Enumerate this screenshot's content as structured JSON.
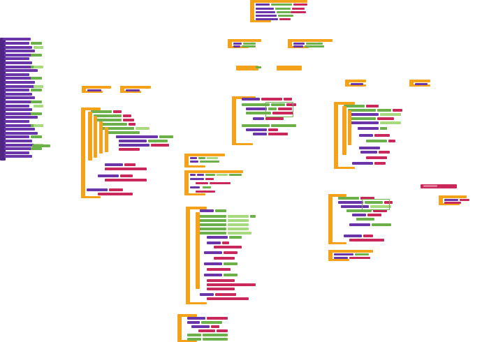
{
  "app": {
    "title": "",
    "view": "blocks-editor-workspace"
  },
  "colors": {
    "event": "#f4a21a",
    "event_dark": "#d88a10",
    "component": "#6a35a8",
    "component_dark": "#4f2585",
    "logic": "#6bb04a",
    "logic_light": "#a7d97e",
    "text": "#c8285a",
    "math": "#2f6fbf",
    "procedure": "#7a48c0"
  },
  "blocks": [
    {
      "id": "top-center-event",
      "kind": "event"
    },
    {
      "id": "left-component-list",
      "kind": "component"
    },
    {
      "id": "proc-a",
      "kind": "event"
    },
    {
      "id": "proc-b",
      "kind": "event"
    },
    {
      "id": "left-center-event-large",
      "kind": "event"
    },
    {
      "id": "small-pair-left-1",
      "kind": "event"
    },
    {
      "id": "small-pair-left-2",
      "kind": "event"
    },
    {
      "id": "mid-event-1",
      "kind": "event"
    },
    {
      "id": "mid-event-2",
      "kind": "event"
    },
    {
      "id": "center-event",
      "kind": "event"
    },
    {
      "id": "right-event",
      "kind": "event"
    },
    {
      "id": "small-right-1",
      "kind": "event"
    },
    {
      "id": "small-right-2",
      "kind": "event"
    },
    {
      "id": "lower-center-event",
      "kind": "event"
    },
    {
      "id": "bottom-center-event",
      "kind": "event"
    },
    {
      "id": "right-lower-event",
      "kind": "event"
    },
    {
      "id": "right-lower-small",
      "kind": "event"
    },
    {
      "id": "far-right-text",
      "kind": "text"
    },
    {
      "id": "far-right-event",
      "kind": "event"
    },
    {
      "id": "tiny-label-1",
      "kind": "event"
    },
    {
      "id": "tiny-label-2",
      "kind": "event"
    }
  ]
}
